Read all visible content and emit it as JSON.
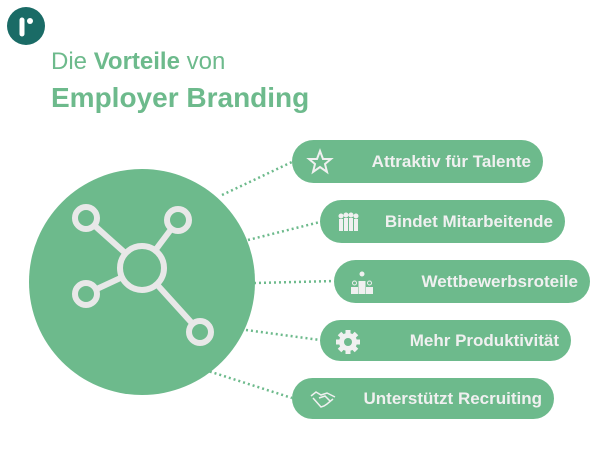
{
  "header": {
    "title_line1_pre": "Die ",
    "title_line1_bold": "Vorteile",
    "title_line1_post": " von",
    "title_line2": "Employer Branding"
  },
  "logo": {
    "icon": "r-logo",
    "color": "#1a6b66"
  },
  "colors": {
    "accent": "#6dba8c",
    "icon": "#e8e8e8"
  },
  "center": {
    "icon": "network-icon"
  },
  "benefits": [
    {
      "label": "Attraktiv für Talente",
      "icon": "star-icon"
    },
    {
      "label": "Bindet Mitarbeitende",
      "icon": "people-icon"
    },
    {
      "label": "Wettbewerbsroteile",
      "icon": "podium-icon"
    },
    {
      "label": "Mehr Produktivität",
      "icon": "gear-icon"
    },
    {
      "label": "Unterstützt Recruiting",
      "icon": "handshake-icon"
    }
  ]
}
